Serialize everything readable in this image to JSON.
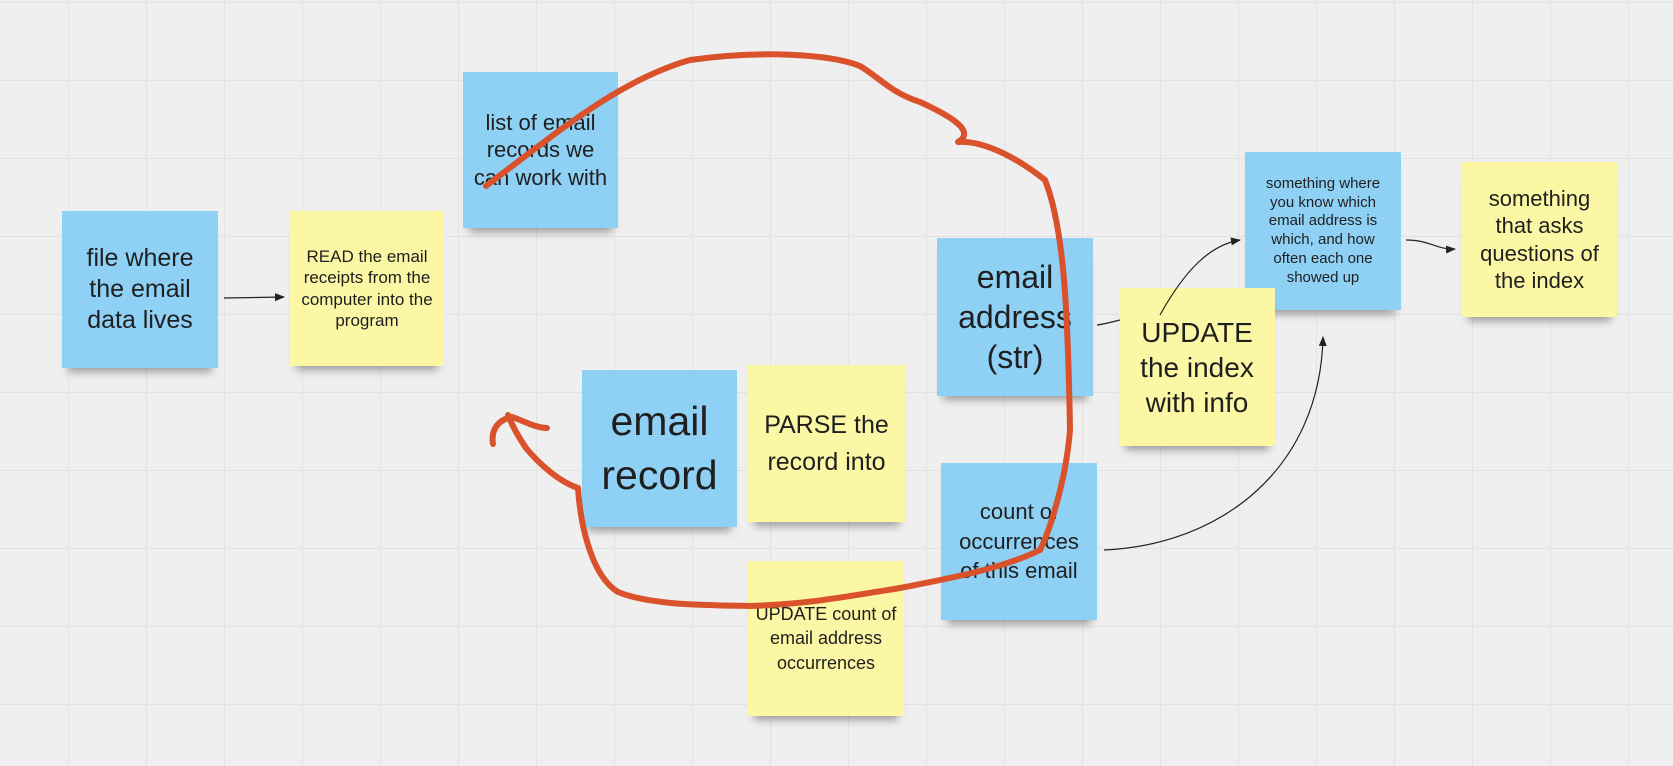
{
  "colors": {
    "canvas": "#efefef",
    "grid": "#e2e2e2",
    "blue_note": "#8fd0f5",
    "yellow_note": "#fbf7a5",
    "ink": "#d9522b",
    "connector": "#222222"
  },
  "notes": {
    "file_source": "file where the email data lives",
    "read_step": "READ the email receipts from the computer into the program",
    "record_list": "list of email records we can work with",
    "email_record": "email record",
    "parse_step": "PARSE the record into",
    "email_address": "email address (str)",
    "occurrence_count": "count of occurrences of this email",
    "update_count_step": "UPDATE count of email address occurrences",
    "update_index_step": "UPDATE the index with info",
    "index": "something where you know which email address is which, and how often each one showed up",
    "query": "something that asks questions of the index"
  }
}
